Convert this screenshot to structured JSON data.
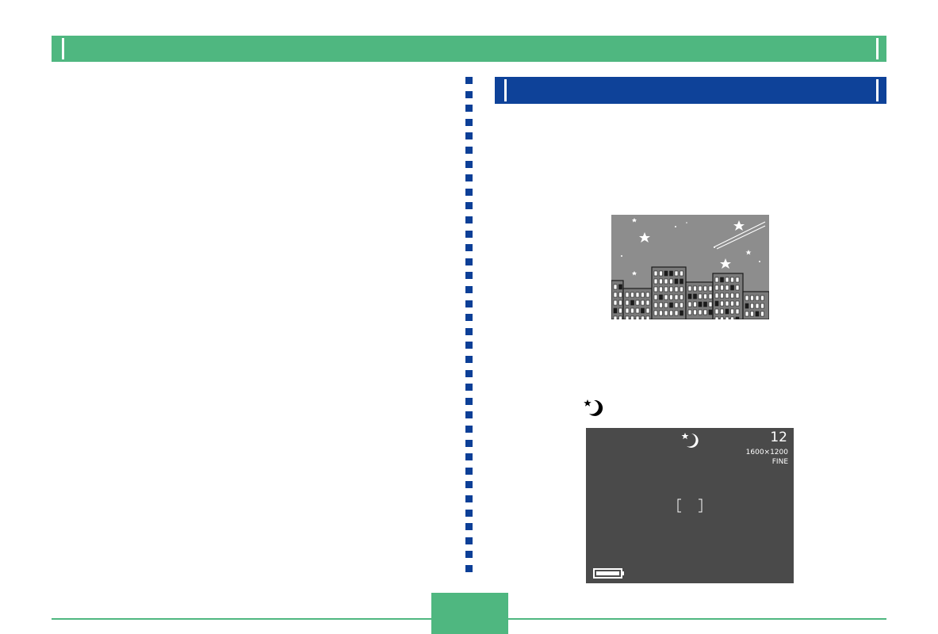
{
  "header": {
    "title": ""
  },
  "section": {
    "title": ""
  },
  "illustration": {
    "name": "night-scene-illustration"
  },
  "mode_icon": {
    "name": "night-scene-icon"
  },
  "lcd": {
    "shots_remaining": "12",
    "resolution": "1600×1200",
    "quality": "FINE",
    "mode_icon": "night-scene-icon",
    "battery_icon": "battery-icon",
    "focus_frame_icon": "focus-frame-icon"
  },
  "footer": {
    "page_number": ""
  },
  "colors": {
    "header_green": "#4fb780",
    "section_blue": "#0e4299",
    "dot_blue": "#0c3f97",
    "lcd_bg": "#4a4a4a",
    "scene_sky": "#8d8d8d"
  }
}
